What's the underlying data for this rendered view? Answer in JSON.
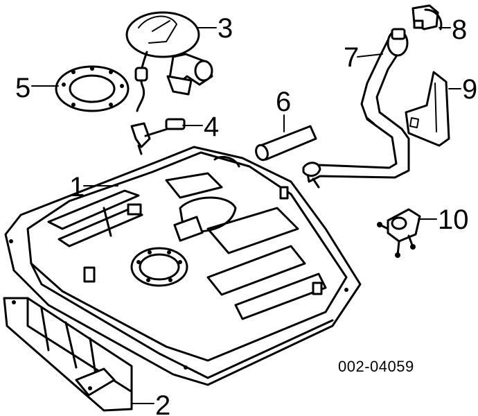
{
  "diagram": {
    "reference_code": "002-04059",
    "callouts": [
      {
        "id": "1",
        "label": "1",
        "part": "fuel-tank"
      },
      {
        "id": "2",
        "label": "2",
        "part": "heat-shield"
      },
      {
        "id": "3",
        "label": "3",
        "part": "fuel-pump-module"
      },
      {
        "id": "4",
        "label": "4",
        "part": "fuel-level-sensor"
      },
      {
        "id": "5",
        "label": "5",
        "part": "lock-ring"
      },
      {
        "id": "6",
        "label": "6",
        "part": "filler-hose"
      },
      {
        "id": "7",
        "label": "7",
        "part": "filler-neck-pipe"
      },
      {
        "id": "8",
        "label": "8",
        "part": "fuel-cap"
      },
      {
        "id": "9",
        "label": "9",
        "part": "filler-bracket"
      },
      {
        "id": "10",
        "label": "10",
        "part": "rollover-valve"
      }
    ]
  }
}
